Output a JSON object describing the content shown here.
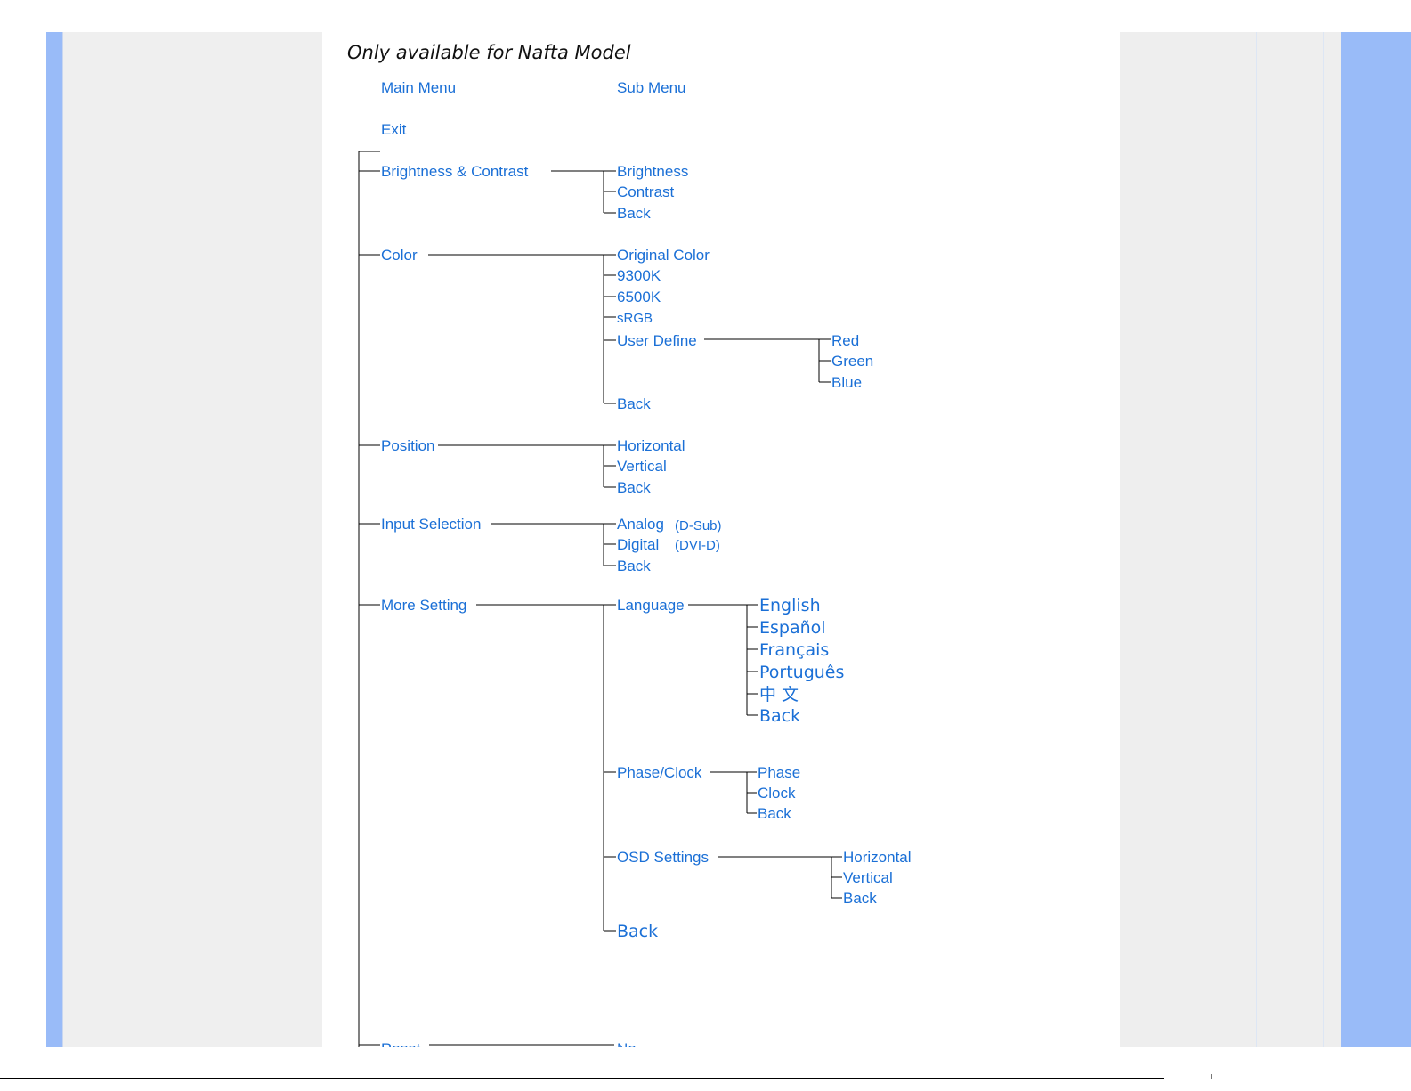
{
  "caption": "Only available for Nafta Model",
  "headers": {
    "main_menu": "Main Menu",
    "sub_menu": "Sub Menu"
  },
  "menu": {
    "exit": "Exit",
    "brightness_contrast": {
      "label": "Brightness &  Contrast",
      "items": [
        "Brightness",
        "Contrast",
        "Back"
      ]
    },
    "color": {
      "label": "Color",
      "items": [
        "Original Color",
        "9300K",
        "6500K",
        "sRGB",
        "User Define",
        "Back"
      ],
      "user_define": [
        "Red",
        "Green",
        "Blue"
      ]
    },
    "position": {
      "label": "Position",
      "items": [
        "Horizontal",
        "Vertical",
        "Back"
      ]
    },
    "input_selection": {
      "label": "Input Selection",
      "items": [
        "Analog",
        "Digital",
        "Back"
      ],
      "notes": [
        "(D-Sub)",
        "(DVI-D)"
      ]
    },
    "more_setting": {
      "label": "More Setting",
      "language": {
        "label": "Language",
        "items": [
          "English",
          "Español",
          "Français",
          "Português",
          "中 文",
          "Back"
        ]
      },
      "phase_clock": {
        "label": "Phase/Clock",
        "items": [
          "Phase",
          "Clock",
          "Back"
        ]
      },
      "osd_settings": {
        "label": "OSD Settings",
        "items": [
          "Horizontal",
          "Vertical",
          "Back"
        ]
      },
      "back": "Back"
    },
    "reset": {
      "label": "Reset",
      "first_item": "No"
    }
  }
}
